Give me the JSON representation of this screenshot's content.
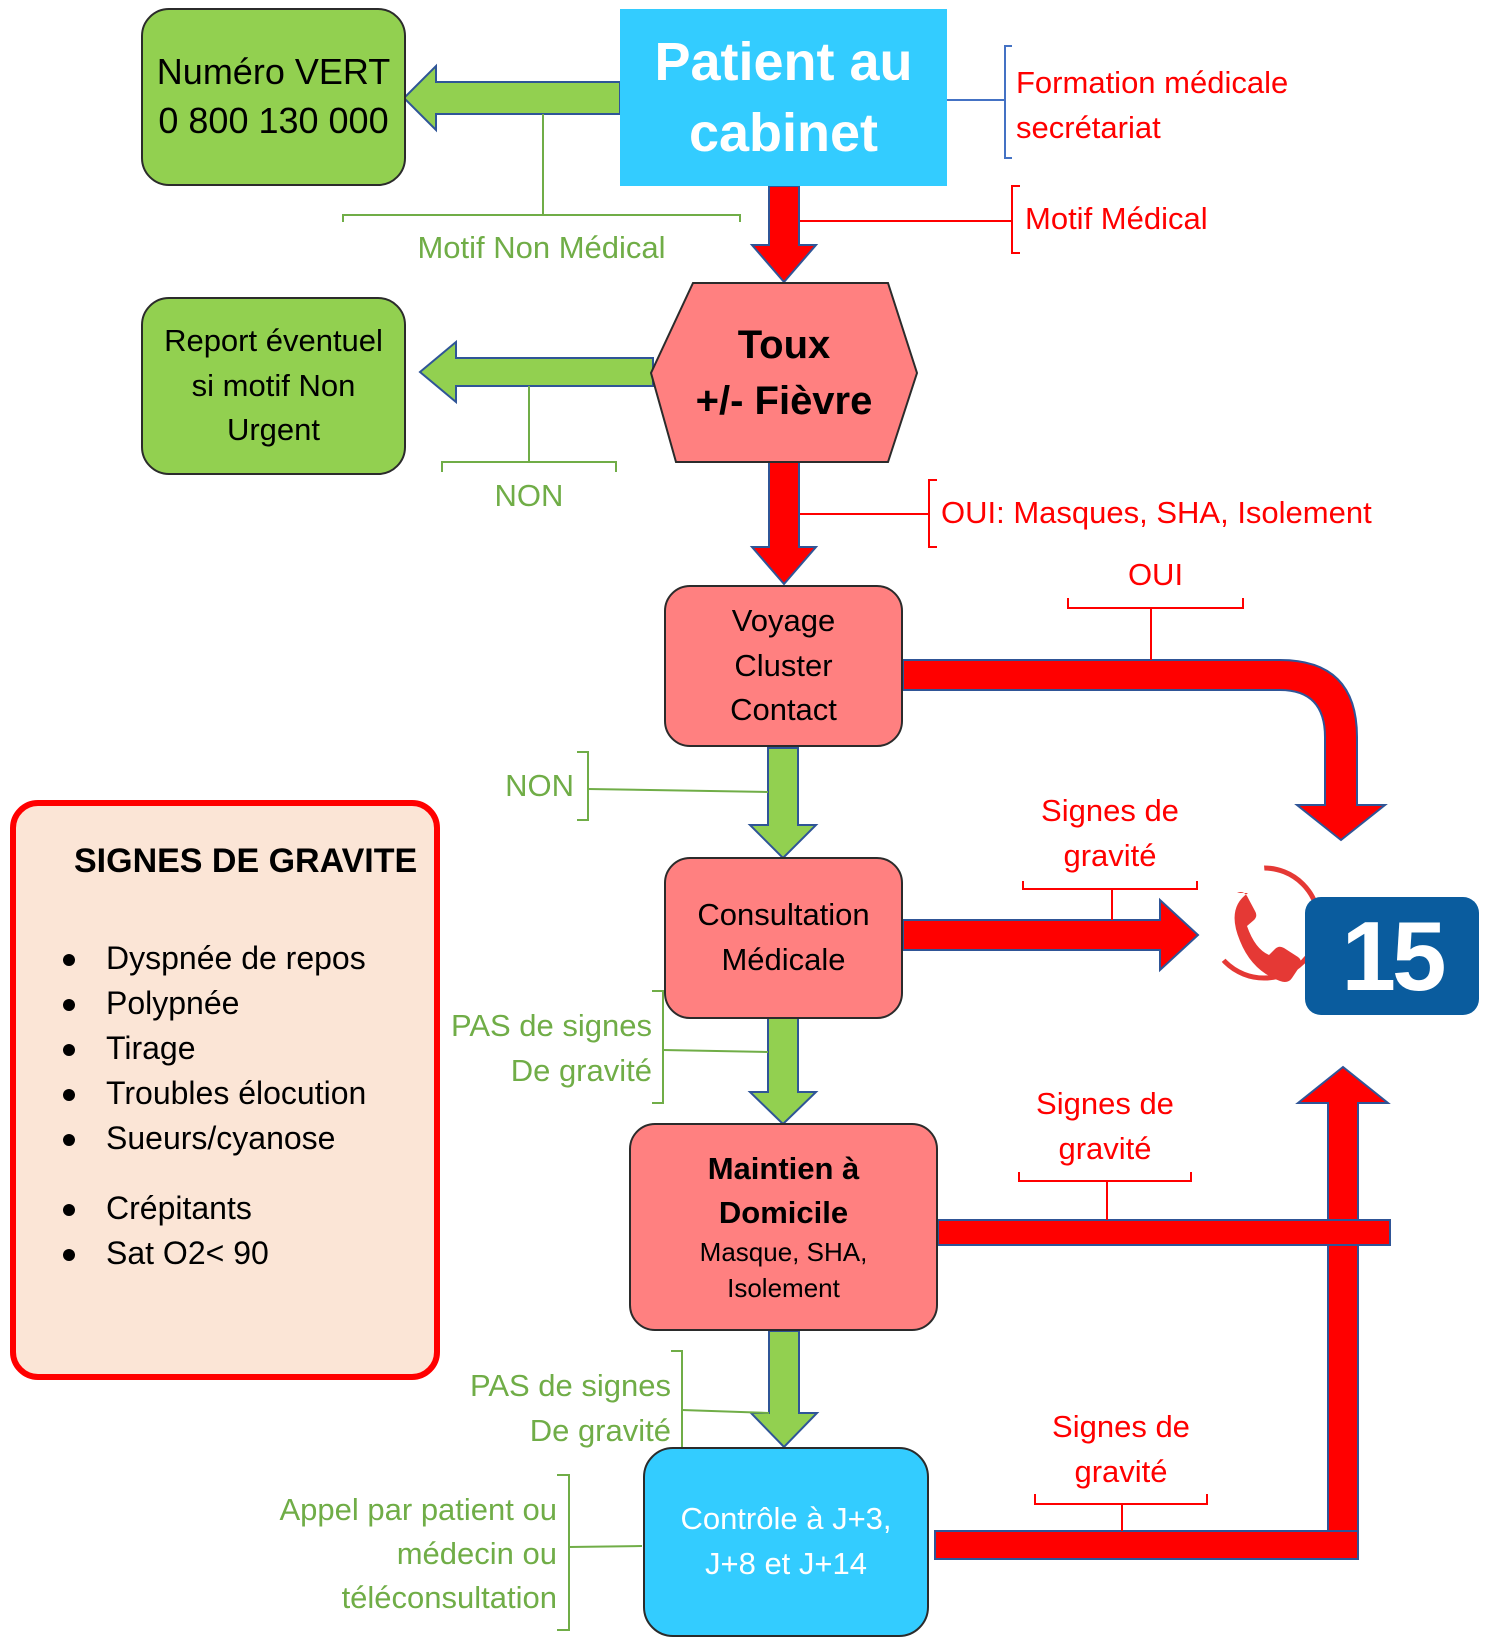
{
  "nodes": {
    "start": "Patient au cabinet",
    "green_number": [
      "Numéro VERT",
      "0 800 130 000"
    ],
    "report": [
      "Report éventuel",
      "si motif Non",
      "Urgent"
    ],
    "symptom": [
      "Toux",
      "+/- Fièvre"
    ],
    "exposure": [
      "Voyage",
      "Cluster",
      "Contact"
    ],
    "consultation": [
      "Consultation",
      "Médicale"
    ],
    "home_title": [
      "Maintien à",
      "Domicile"
    ],
    "home_sub": [
      "Masque, SHA,",
      "Isolement"
    ],
    "control": [
      "Contrôle à J+3,",
      "J+8 et J+14"
    ],
    "emergency_number": "15"
  },
  "annotations": {
    "training": [
      "Formation médicale",
      "secrétariat"
    ],
    "medical_reason": "Motif Médical",
    "non_medical_reason": "Motif Non Médical",
    "non_1": "NON",
    "oui_measures": "OUI: Masques, SHA, Isolement",
    "oui": "OUI",
    "non_2": "NON",
    "severity_1": [
      "Signes de",
      "gravité"
    ],
    "no_severity_1": [
      "PAS de signes",
      "De gravité"
    ],
    "severity_2": [
      "Signes de",
      "gravité"
    ],
    "no_severity_2": [
      "PAS de signes",
      "De gravité"
    ],
    "severity_3": [
      "Signes de",
      "gravité"
    ],
    "call": [
      "Appel par patient ou",
      "médecin ou",
      "téléconsultation"
    ]
  },
  "severity_panel": {
    "title": "SIGNES DE GRAVITE",
    "items_a": [
      "Dyspnée de repos",
      "Polypnée",
      "Tirage",
      "Troubles élocution",
      "Sueurs/cyanose"
    ],
    "items_b": [
      "Crépitants",
      "Sat O2< 90"
    ]
  },
  "colors": {
    "cyan": "#33ccff",
    "green": "#92d050",
    "pink": "#ff8080",
    "red": "#ff0000",
    "green_text": "#70ad47",
    "samu_blue": "#0a5c9e"
  }
}
